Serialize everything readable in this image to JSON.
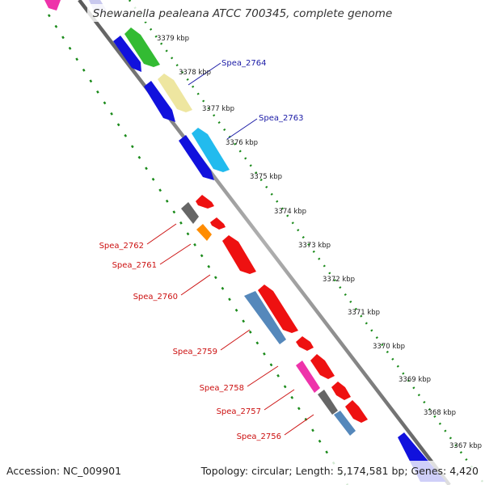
{
  "title": "Shewanella pealeana ATCC 700345, complete genome",
  "footer": {
    "accession": "Accession: NC_009901",
    "summary": "Topology: circular; Length: 5,174,581 bp; Genes: 4,420"
  },
  "tick_labels": [
    "3379 kbp",
    "3378 kbp",
    "3377 kbp",
    "3376 kbp",
    "3375 kbp",
    "3374 kbp",
    "3373 kbp",
    "3372 kbp",
    "3371 kbp",
    "3370 kbp",
    "3369 kbp",
    "3368 kbp",
    "3367 kbp"
  ],
  "gene_labels": {
    "spea_2764": "Spea_2764",
    "spea_2763": "Spea_2763",
    "spea_2762": "Spea_2762",
    "spea_2761": "Spea_2761",
    "spea_2760": "Spea_2760",
    "spea_2759": "Spea_2759",
    "spea_2758": "Spea_2758",
    "spea_2757": "Spea_2757",
    "spea_2756": "Spea_2756"
  },
  "colors": {
    "backbone": "#8a8a8a",
    "gc_skew_dots": "#1a8a1a",
    "forward_label": "#1a1aa6",
    "reverse_label": "#cc1111",
    "gene_red": "#ee1111",
    "gene_blue": "#1111dd",
    "gene_green": "#33bb33",
    "gene_pale_yellow": "#eee6a0",
    "gene_cyan": "#22bbee",
    "gene_gray": "#666666",
    "gene_orange": "#ff8c00",
    "gene_magenta": "#ee33aa",
    "gene_steel_blue": "#5588bb",
    "gene_lavender": "#c8c8ee"
  }
}
